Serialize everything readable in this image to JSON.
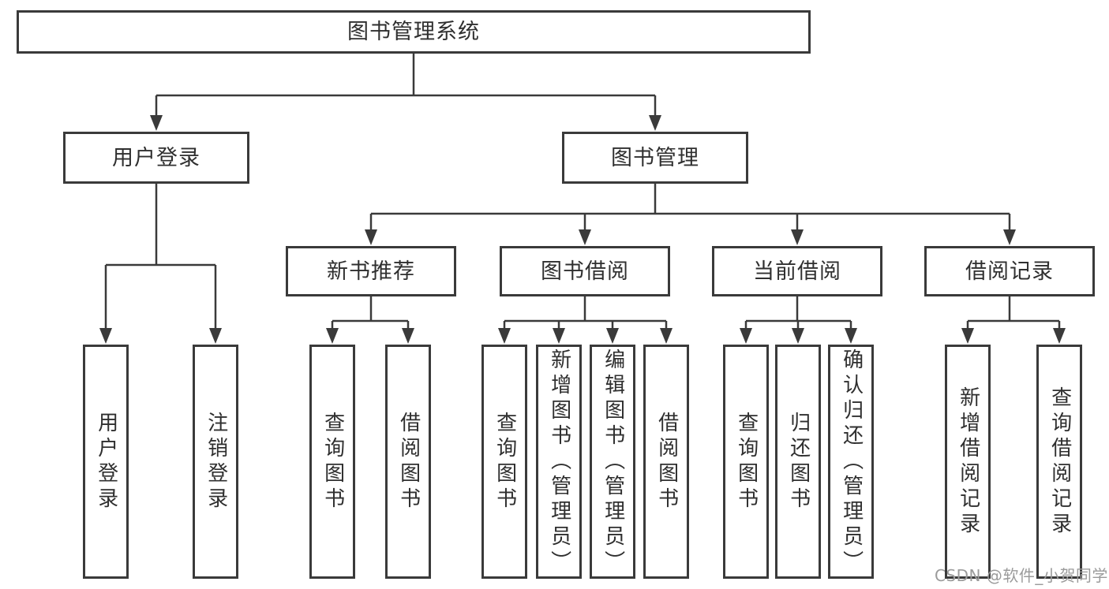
{
  "tree": {
    "label": "图书管理系统",
    "children": [
      {
        "label": "用户登录",
        "children": [
          {
            "label": "用户登录"
          },
          {
            "label": "注销登录"
          }
        ]
      },
      {
        "label": "图书管理",
        "children": [
          {
            "label": "新书推荐",
            "children": [
              {
                "label": "查询图书"
              },
              {
                "label": "借阅图书"
              }
            ]
          },
          {
            "label": "图书借阅",
            "children": [
              {
                "label": "查询图书"
              },
              {
                "label": "新增图书（管理员）"
              },
              {
                "label": "编辑图书（管理员）"
              },
              {
                "label": "借阅图书"
              }
            ]
          },
          {
            "label": "当前借阅",
            "children": [
              {
                "label": "查询图书"
              },
              {
                "label": "归还图书"
              },
              {
                "label": "确认归还（管理员）"
              }
            ]
          },
          {
            "label": "借阅记录",
            "children": [
              {
                "label": "新增借阅记录"
              },
              {
                "label": "查询借阅记录"
              }
            ]
          }
        ]
      }
    ]
  },
  "watermark": {
    "text": "CSDN @软件_小贺同学"
  },
  "colors": {
    "background": "#ffffff",
    "line": "#3a3a3a",
    "text": "#2f2f2f",
    "watermark": "#9b9b9b"
  }
}
